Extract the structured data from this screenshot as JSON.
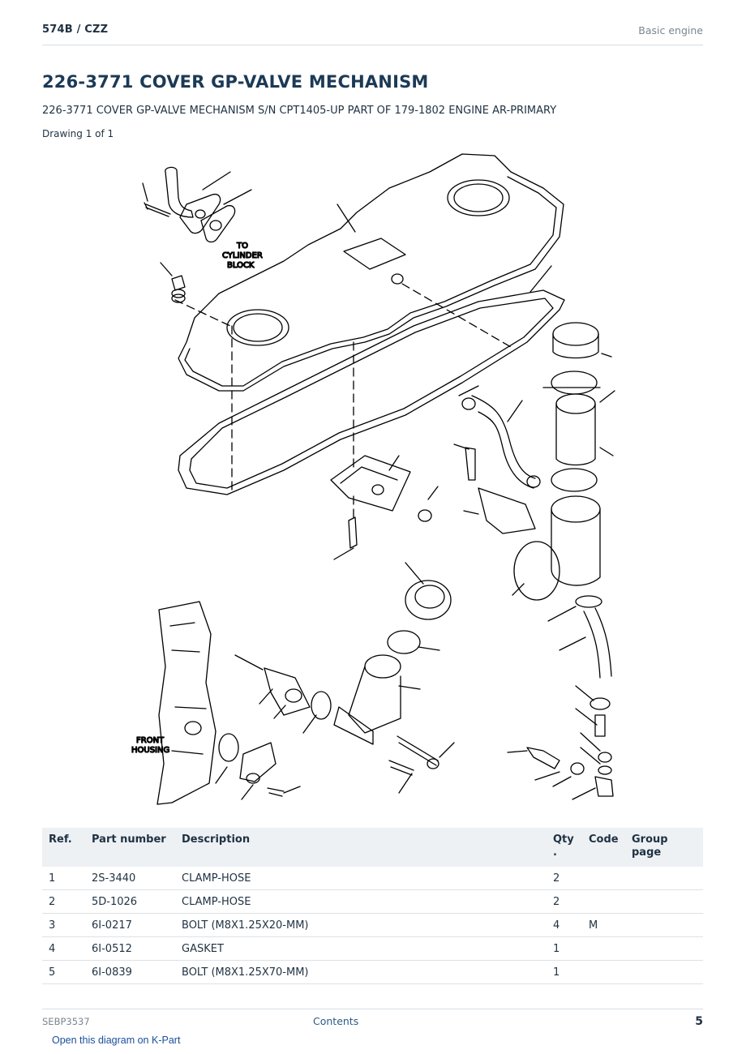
{
  "header": {
    "model": "574B  /  CZZ",
    "section": "Basic engine"
  },
  "title": "226-3771 COVER GP-VALVE MECHANISM",
  "subtitle": "226-3771 COVER GP-VALVE MECHANISM S/N CPT1405-UP PART OF 179-1802 ENGINE AR-PRIMARY",
  "drawing_label": "Drawing 1 of 1",
  "diagram_labels": {
    "to_cylinder_line1": "TO",
    "to_cylinder_line2": "CYLINDER",
    "to_cylinder_line3": "BLOCK",
    "front_housing_line1": "FRONT",
    "front_housing_line2": "HOUSING"
  },
  "table": {
    "headers": {
      "ref": "Ref.",
      "part_number": "Part number",
      "description": "Description",
      "qty_line1": "Qty",
      "qty_line2": ".",
      "code": "Code",
      "group_line1": "Group",
      "group_line2": "page"
    },
    "rows": [
      {
        "ref": "1",
        "part_number": "2S-3440",
        "description": "CLAMP-HOSE",
        "qty": "2",
        "code": "",
        "group_page": ""
      },
      {
        "ref": "2",
        "part_number": "5D-1026",
        "description": "CLAMP-HOSE",
        "qty": "2",
        "code": "",
        "group_page": ""
      },
      {
        "ref": "3",
        "part_number": "6I-0217",
        "description": "BOLT (M8X1.25X20-MM)",
        "qty": "4",
        "code": "M",
        "group_page": ""
      },
      {
        "ref": "4",
        "part_number": "6I-0512",
        "description": "GASKET",
        "qty": "1",
        "code": "",
        "group_page": ""
      },
      {
        "ref": "5",
        "part_number": "6I-0839",
        "description": "BOLT (M8X1.25X70-MM)",
        "qty": "1",
        "code": "",
        "group_page": ""
      }
    ]
  },
  "footer": {
    "doc_id": "SEBP3537",
    "contents_link": "Contents",
    "page_number": "5",
    "kpart_link": "Open this diagram on K-Part"
  }
}
